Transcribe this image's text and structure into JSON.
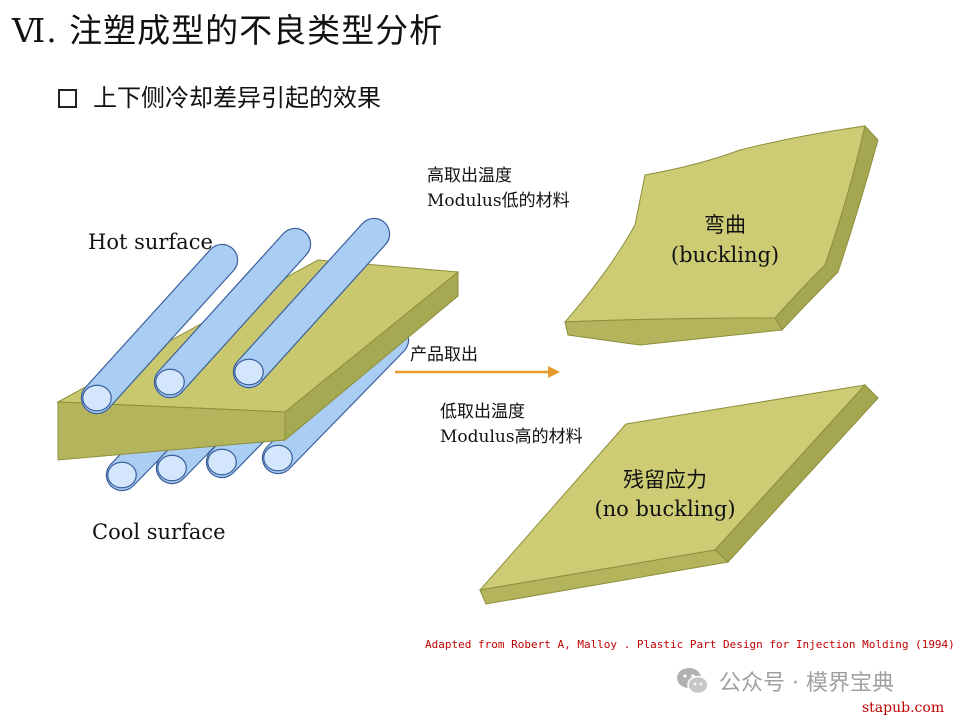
{
  "header": {
    "title": "Ⅵ. 注塑成型的不良类型分析",
    "subtitle": "上下侧冷却差异引起的效果"
  },
  "diagram": {
    "hot_surface": "Hot surface",
    "cool_surface": "Cool surface",
    "arrow_label": "产品取出",
    "upper_condition": [
      "高取出温度",
      "Modulus低的材料"
    ],
    "lower_condition": [
      "低取出温度",
      "Modulus高的材料"
    ],
    "upper_result": [
      "弯曲",
      "(buckling)"
    ],
    "lower_result": [
      "残留应力",
      "(no buckling)"
    ],
    "colors": {
      "plate_top": "#c9c86f",
      "plate_side": "#b3b45b",
      "pipe_fill": "#a9cdf3",
      "pipe_end": "#d3e6fb",
      "pipe_outline": "#3a5f9c",
      "arrow": "#e59a2b"
    }
  },
  "footer": {
    "citation": "Adapted from Robert A, Malloy . Plastic Part Design for Injection Molding (1994)",
    "watermark": "公众号 · 模界宝典",
    "watermark_icon": "wechat-icon",
    "site": "stapub.com"
  }
}
